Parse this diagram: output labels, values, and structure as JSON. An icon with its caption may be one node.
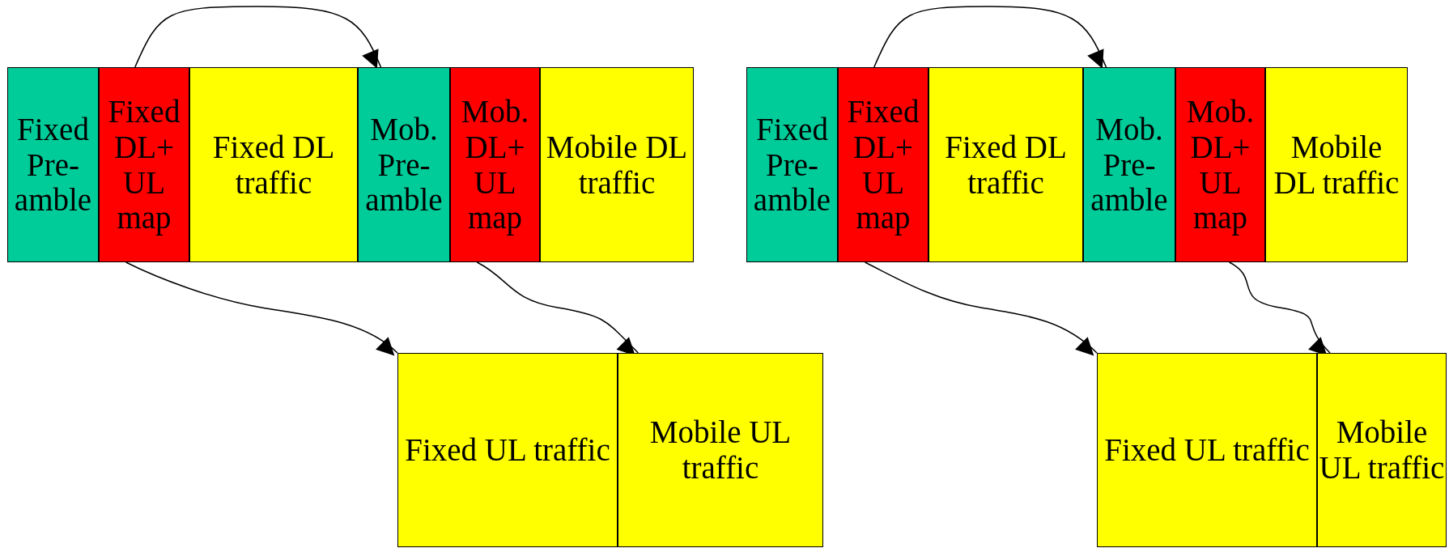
{
  "diagram": {
    "nodes": [
      {
        "text": [
          "Fixed Pre- amble"
        ]
      },
      {
        "text": [
          "Fixed DL+ UL map"
        ]
      },
      {
        "text": [
          "Fixed DL traffic"
        ]
      },
      {
        "text": [
          "Mob. Pre- amble"
        ]
      },
      {
        "text": [
          "Mob. DL+ UL map"
        ]
      },
      {
        "text": [
          "Mobile DL traffic"
        ]
      },
      {
        "text": [
          "Fixed Pre- amble"
        ]
      },
      {
        "text": [
          "Fixed DL+ UL map"
        ]
      },
      {
        "text": [
          "Fixed DL traffic"
        ]
      },
      {
        "text": [
          "Mob. Pre- amble"
        ]
      },
      {
        "text": [
          "Mob. DL+ UL map"
        ]
      },
      {
        "text": [
          "Mobile DL traffic"
        ]
      },
      {
        "text": [
          "Fixed UL traffic"
        ]
      },
      {
        "text": [
          "Mobile UL traffic"
        ]
      },
      {
        "text": [
          "Fixed UL traffic"
        ]
      },
      {
        "text": [
          "Mobile UL traffic"
        ]
      }
    ],
    "edges": [
      {
        "from": 1,
        "to": 3,
        "arrow": "to"
      },
      {
        "from": 1,
        "to": 12,
        "arrow": "to"
      },
      {
        "from": 4,
        "to": 13,
        "arrow": "to"
      },
      {
        "from": 7,
        "to": 9,
        "arrow": "to"
      },
      {
        "from": 7,
        "to": 14,
        "arrow": "to"
      },
      {
        "from": 10,
        "to": 15,
        "arrow": "to"
      }
    ]
  }
}
